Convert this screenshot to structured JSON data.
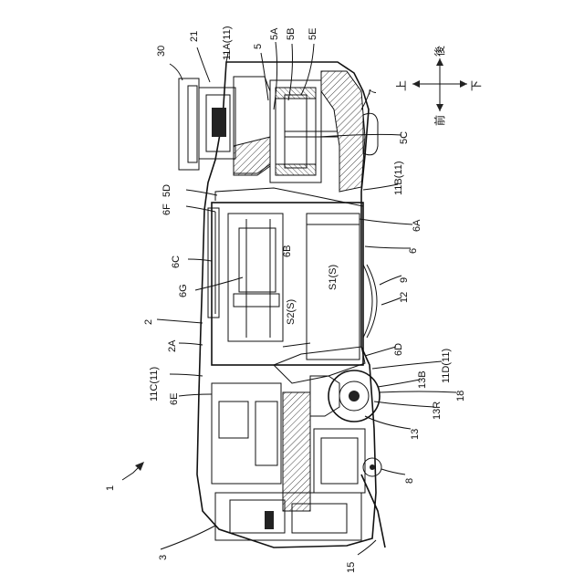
{
  "figure": {
    "labels": {
      "l30": "30",
      "l21": "21",
      "l11A": "11A(11)",
      "l5": "5",
      "l5A": "5A",
      "l5B": "5B",
      "l5E": "5E",
      "l7": "7",
      "l5C": "5C",
      "l5D": "5D",
      "l11B": "11B(11)",
      "l6F": "6F",
      "l6A": "6A",
      "l6": "6",
      "l6B": "6B",
      "l6C": "6C",
      "lS1": "S1(S)",
      "l9": "9",
      "l6G": "6G",
      "l12": "12",
      "lS2": "S2(S)",
      "l2": "2",
      "l2A": "2A",
      "l6D": "6D",
      "l11D": "11D(11)",
      "l11C": "11C(11)",
      "l13B": "13B",
      "l6E": "6E",
      "l18": "18",
      "l13R": "13R",
      "l13": "13",
      "l1": "1",
      "l8": "8",
      "l3": "3",
      "l15": "15"
    },
    "directions": {
      "up": "上",
      "down": "下",
      "front": "前",
      "back": "後"
    }
  }
}
